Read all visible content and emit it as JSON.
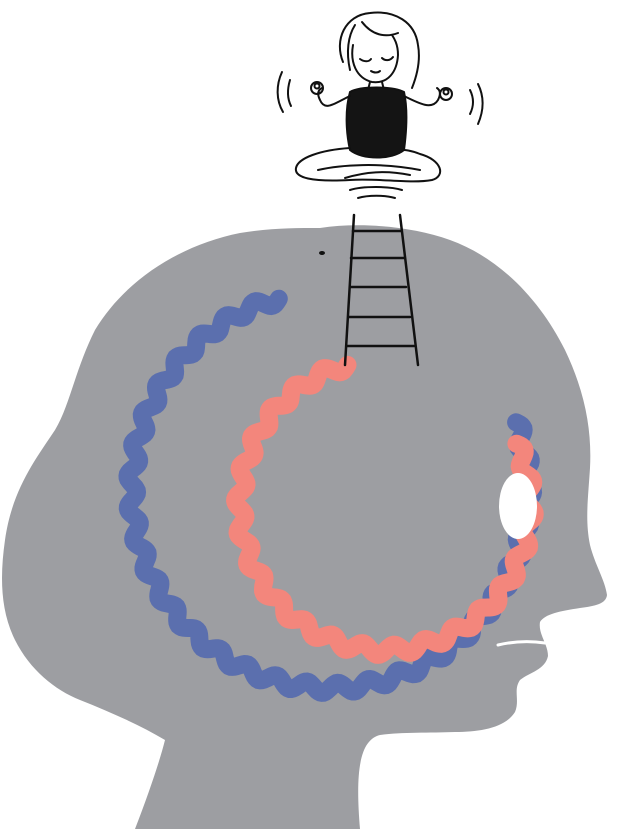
{
  "illustration": {
    "subject": "",
    "colors": {
      "background": "#ffffff",
      "head_silhouette": "#9d9ea2",
      "outer_wave_ring": "#5b6fae",
      "inner_wave_ring": "#f3867c",
      "eye": "#ffffff",
      "ink": "#111111",
      "shirt": "#141414",
      "figure_skin": "#ffffff"
    },
    "elements": {
      "figure": "meditating-woman-figure",
      "ladder": "ladder",
      "head": "head-silhouette",
      "outer_ring": "outer-wave-ring",
      "inner_ring": "inner-wave-ring",
      "eye": "eye"
    }
  }
}
